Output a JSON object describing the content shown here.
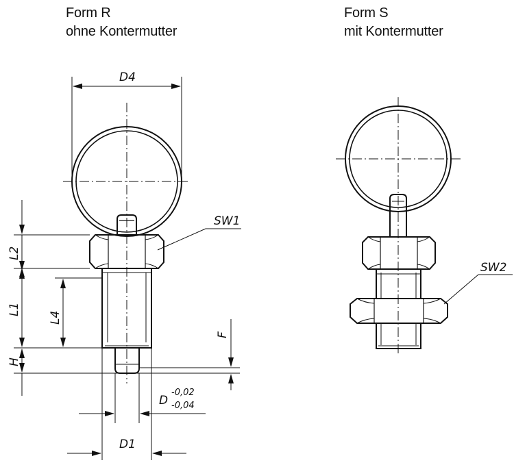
{
  "form_r": {
    "title": "Form R",
    "subtitle": "ohne Kontermutter"
  },
  "form_s": {
    "title": "Form S",
    "subtitle": "mit Kontermutter"
  },
  "dimensions": {
    "d4": "D4",
    "sw1": "SW1",
    "sw2": "SW2",
    "l2": "L2",
    "l1": "L1",
    "l4": "L4",
    "h": "H",
    "f": "F",
    "d": "D",
    "d_tol_upper": "-0,02",
    "d_tol_lower": "-0,04",
    "d1": "D1"
  }
}
